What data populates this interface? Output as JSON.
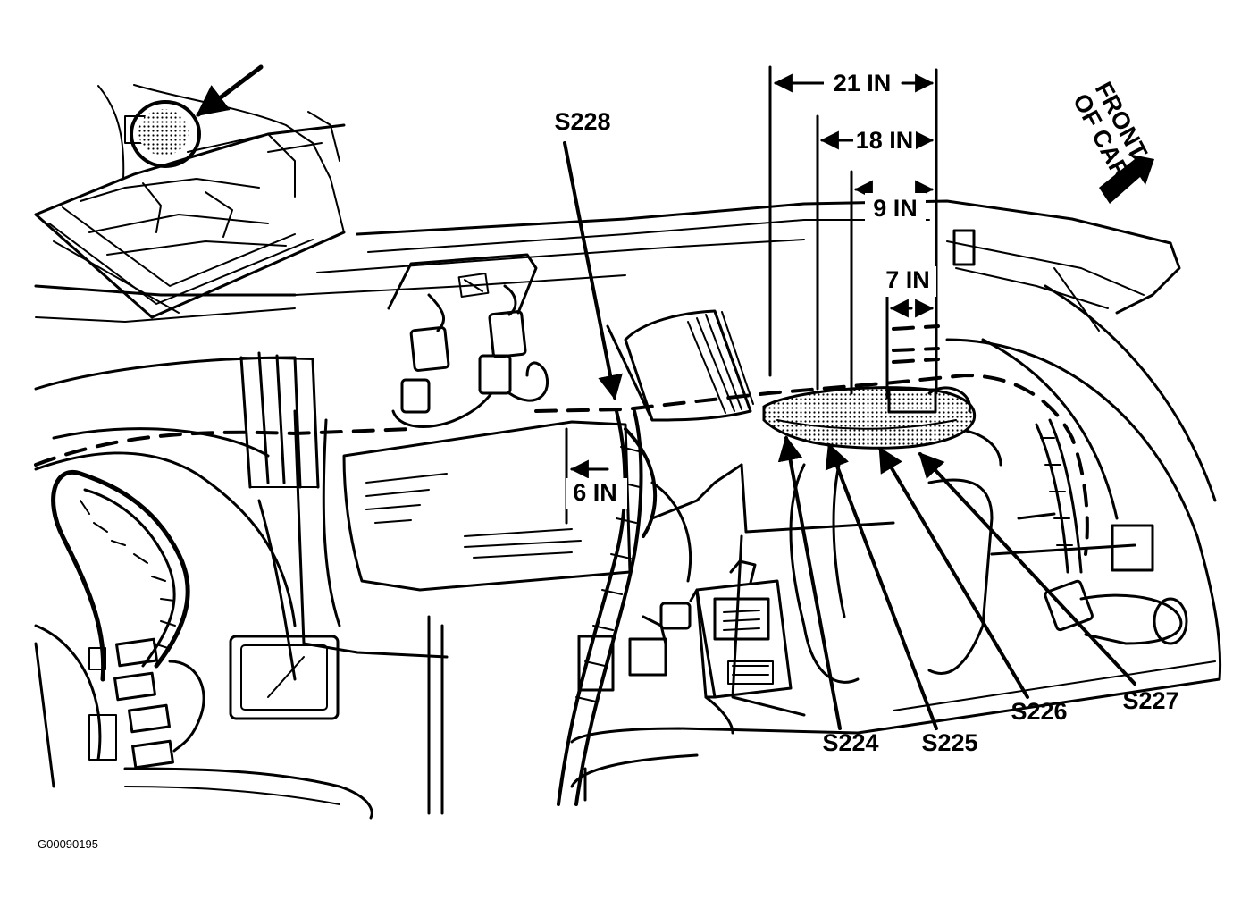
{
  "figure_id": "G00090195",
  "front_label": {
    "line1": "FRONT",
    "line2": "OF CAR"
  },
  "dimensions": {
    "d21": "21 IN",
    "d18": "18 IN",
    "d9": "9 IN",
    "d7": "7 IN",
    "d6": "6 IN"
  },
  "splices": {
    "s228": "S228",
    "s224": "S224",
    "s225": "S225",
    "s226": "S226",
    "s227": "S227"
  },
  "colors": {
    "ink": "#000000",
    "paper": "#ffffff",
    "splice_shade": "#b8b8b8"
  }
}
